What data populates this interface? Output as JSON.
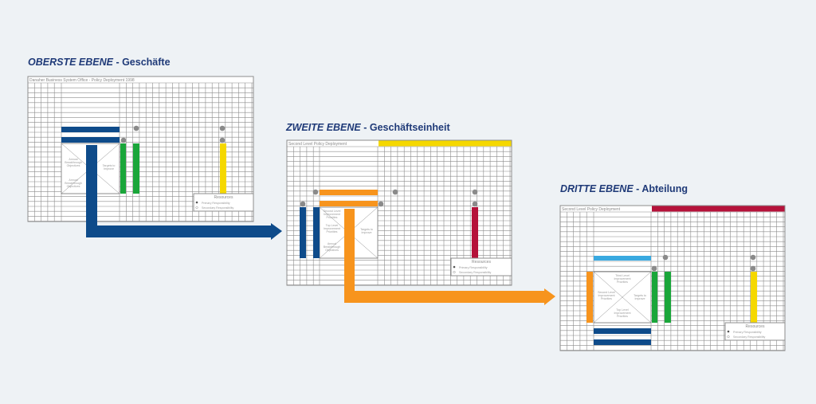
{
  "levels": [
    {
      "title_em": "OBERSTE EBENE",
      "title_rest": " - Geschäfte",
      "matrix_header": "Danaher Business System Office - Policy Deployment 1998",
      "x_labels": [
        "",
        "Annual Breakthrough Objectives",
        "Targets to Improve",
        "Annual Breakthrough Objectives"
      ],
      "legend": {
        "title": "Resources",
        "primary": "Primary Responsibility",
        "secondary": "Secondary Responsibility"
      }
    },
    {
      "title_em": "ZWEITE EBENE",
      "title_rest": " - Geschäftseinheit",
      "matrix_header": "Second Level Policy Deployment",
      "x_labels": [
        "Second Level Improvement Priorities",
        "Top Level Improvement Priorities",
        "Targets to Improve",
        "Annual Breakthrough Objectives"
      ],
      "legend": {
        "title": "Resources",
        "primary": "Primary Responsibility",
        "secondary": "Secondary Responsibility"
      }
    },
    {
      "title_em": "DRITTE EBENE",
      "title_rest": " - Abteilung",
      "matrix_header": "Second Level Policy Deployment",
      "x_labels": [
        "Third Level Improvement Priorities",
        "Second Level Improvement Priorities",
        "Targets to Improve",
        "Top Level Improvement Priorities"
      ],
      "legend": {
        "title": "Resources",
        "primary": "Primary Responsibility",
        "secondary": "Secondary Responsibility"
      }
    }
  ],
  "colors": {
    "title": "#1f3a78",
    "navy": "#0e4b8a",
    "green": "#1aa63a",
    "yellow": "#f5d800",
    "orange": "#f7941d",
    "red": "#b5123a",
    "light_blue": "#39a9e0",
    "grid": "#8c8c8c",
    "dot": "#8a8a8a"
  }
}
